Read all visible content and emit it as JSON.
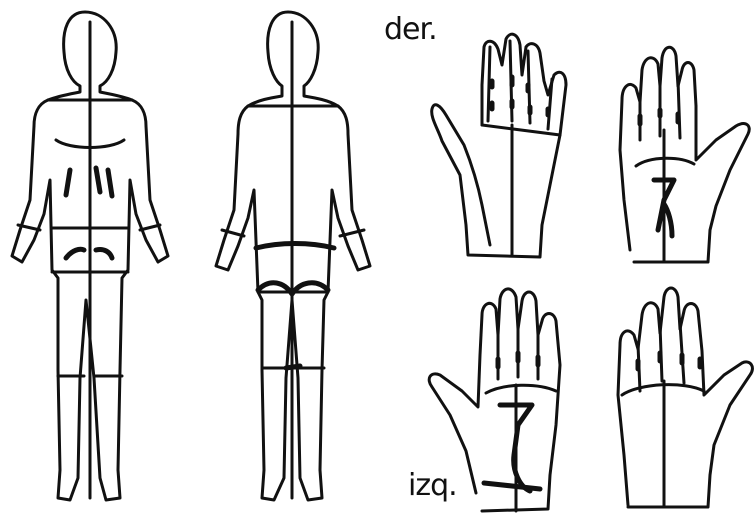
{
  "labels": {
    "right": "der.",
    "left": "izq."
  },
  "figures": [
    "front-body-outline",
    "back-body-outline"
  ],
  "hands": [
    "right-hand-back",
    "right-hand-palm",
    "left-hand-palm",
    "left-hand-back"
  ]
}
